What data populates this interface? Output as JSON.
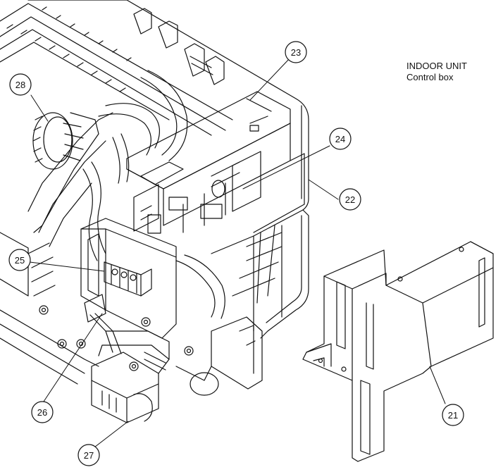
{
  "heading": {
    "line1": "INDOOR UNIT",
    "line2": "Control box"
  },
  "callouts": [
    {
      "id": "23",
      "label": "23"
    },
    {
      "id": "28",
      "label": "28"
    },
    {
      "id": "24",
      "label": "24"
    },
    {
      "id": "22",
      "label": "22"
    },
    {
      "id": "25",
      "label": "25"
    },
    {
      "id": "26",
      "label": "26"
    },
    {
      "id": "27",
      "label": "27"
    },
    {
      "id": "21",
      "label": "21"
    }
  ],
  "colors": {
    "line": "#111111",
    "background": "#ffffff"
  }
}
